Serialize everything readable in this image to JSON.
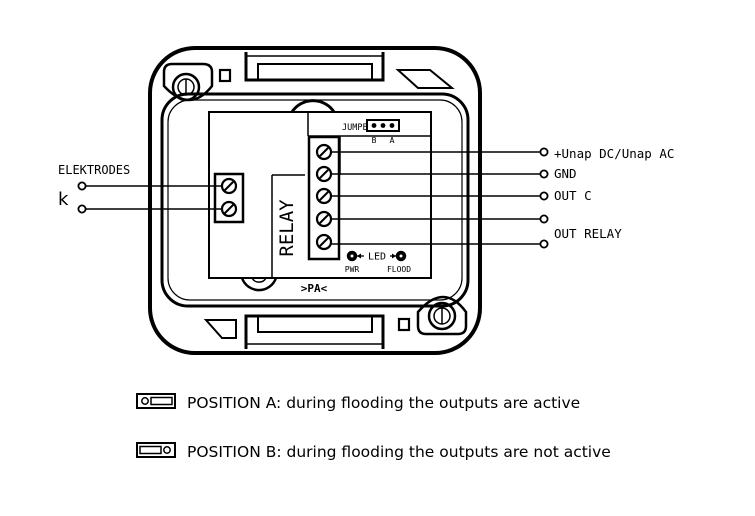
{
  "device": {
    "jumper_label": "JUMPER",
    "jumper_pin_b": "B",
    "jumper_pin_a": "A",
    "relay_label": "RELAY",
    "led_label": "LED",
    "pwr_label": "PWR",
    "flood_label": "FLOOD",
    "mark": ">PA<"
  },
  "electrodes": {
    "title": "ELEKTRODES",
    "k_label": "k"
  },
  "terminals": [
    "+Unap DC/Unap AC",
    "GND",
    "OUT C",
    "",
    "OUT RELAY"
  ],
  "legend": [
    {
      "jumper": "A",
      "text": "POSITION A: during flooding the outputs are active"
    },
    {
      "jumper": "B",
      "text": "POSITION B: during flooding the outputs are not active"
    }
  ]
}
